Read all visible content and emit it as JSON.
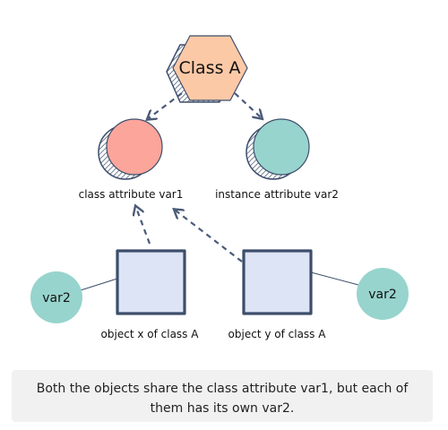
{
  "nodes": {
    "class_a": {
      "label": "Class A"
    },
    "class_attribute": {
      "label": "class attribute var1"
    },
    "instance_attribute": {
      "label": "instance attribute var2"
    },
    "object_x": {
      "label": "object x of class A"
    },
    "object_y": {
      "label": "object y of class A"
    },
    "var2_left": {
      "label": "var2"
    },
    "var2_right": {
      "label": "var2"
    }
  },
  "caption": "Both the objects share the class attribute var1, but each of them has its own var2.",
  "colors": {
    "hexagon_fill": "#fcc9a6",
    "class_attr_fill": "#fca59b",
    "instance_attr_fill": "#97d4cd",
    "object_fill": "#dde4f5",
    "var2_fill": "#97d4cd",
    "outline": "#3d4e6b",
    "arrow": "#4a5a78"
  }
}
